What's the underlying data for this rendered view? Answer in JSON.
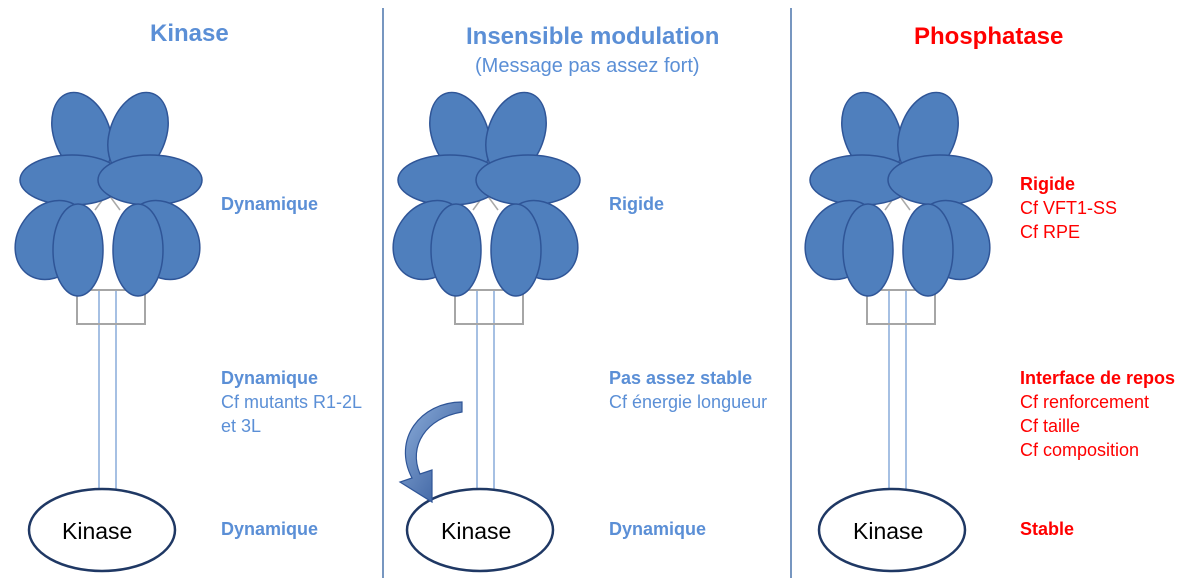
{
  "columns": [
    {
      "title": "Kinase",
      "subtitle": "",
      "oval_label": "Kinase",
      "annotations": {
        "top": [
          "Dynamique"
        ],
        "middle": [
          "Dynamique",
          "Cf mutants R1-2L",
          "et 3L"
        ],
        "bottom": [
          "Dynamique"
        ]
      }
    },
    {
      "title": "Insensible modulation",
      "subtitle": "(Message pas assez fort)",
      "oval_label": "Kinase",
      "annotations": {
        "top": [
          "Rigide"
        ],
        "middle": [
          "Pas assez stable",
          "Cf énergie longueur"
        ],
        "bottom": [
          "Dynamique"
        ]
      }
    },
    {
      "title": "Phosphatase",
      "subtitle": "",
      "oval_label": "Kinase",
      "annotations": {
        "top": [
          "Rigide",
          "Cf VFT1-SS",
          "Cf RPE"
        ],
        "middle": [
          "Interface de repos",
          "Cf renforcement",
          "Cf taille",
          "Cf composition"
        ],
        "bottom": [
          "Stable"
        ]
      }
    }
  ],
  "colors": {
    "accent_blue": "#5b8fd6",
    "accent_red": "#ff0000",
    "domain_fill": "#4f7fbd",
    "domain_stroke": "#2f5597",
    "oval_stroke": "#1f3864",
    "divider": "#2e5f9e",
    "box_stroke": "#a6a6a6",
    "line_color": "#8fb0dc"
  },
  "icons": {
    "arrow": "curved-arrow-icon"
  }
}
